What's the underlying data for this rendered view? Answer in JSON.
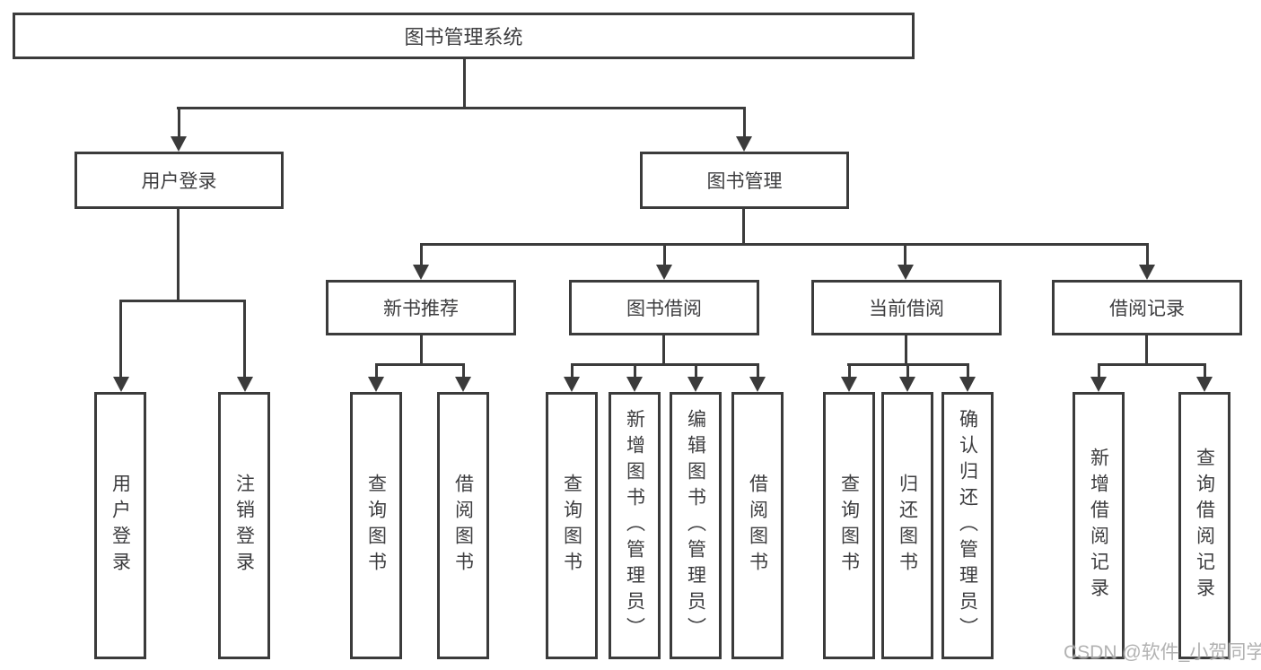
{
  "diagram": {
    "root": {
      "label": "图书管理系统"
    },
    "user_branch": {
      "label": "用户登录",
      "children": [
        {
          "label": "用户登录"
        },
        {
          "label": "注销登录"
        }
      ]
    },
    "mgmt_branch": {
      "label": "图书管理",
      "groups": [
        {
          "label": "新书推荐",
          "children": [
            {
              "label": "查询图书"
            },
            {
              "label": "借阅图书"
            }
          ]
        },
        {
          "label": "图书借阅",
          "children": [
            {
              "label": "查询图书"
            },
            {
              "label": "新增图书（管理员）"
            },
            {
              "label": "编辑图书（管理员）"
            },
            {
              "label": "借阅图书"
            }
          ]
        },
        {
          "label": "当前借阅",
          "children": [
            {
              "label": "查询图书"
            },
            {
              "label": "归还图书"
            },
            {
              "label": "确认归还（管理员）"
            }
          ]
        },
        {
          "label": "借阅记录",
          "children": [
            {
              "label": "新增借阅记录"
            },
            {
              "label": "查询借阅记录"
            }
          ]
        }
      ]
    },
    "watermark": {
      "text": "CSDN @软件_小贺同学"
    }
  },
  "colors": {
    "line": "#3b3b3b",
    "text": "#3d3d3f",
    "background": "#ffffff",
    "watermark": "#aaaaaa"
  }
}
